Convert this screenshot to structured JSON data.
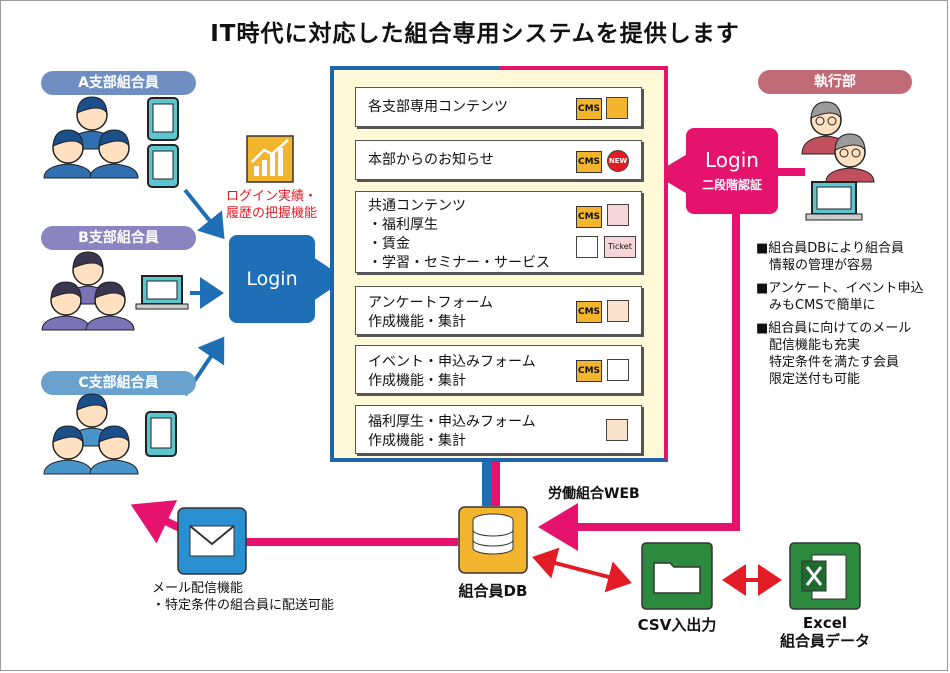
{
  "title": "IT時代に対応した組合専用システムを提供します",
  "groups": {
    "a": "A支部組合員",
    "b": "B支部組合員",
    "c": "C支部組合員",
    "exec": "執行部"
  },
  "login": {
    "label": "Login",
    "exec_label": "Login",
    "exec_sub": "二段階認証",
    "log_feature": "ログイン実績・\n履歴の把握機能"
  },
  "web": {
    "label": "労働組合WEB",
    "items": [
      "各支部専用コンテンツ",
      "本部からのお知らせ",
      "共通コンテンツ\n・福利厚生\n・賃金\n・学習・セミナー・サービス",
      "アンケートフォーム\n作成機能・集計",
      "イベント・申込みフォーム\n作成機能・集計",
      "福利厚生・申込みフォーム\n作成機能・集計"
    ],
    "cms": "CMS",
    "new_badge": "NEW",
    "ticket": "Ticket"
  },
  "exec_notes": [
    "■組合員DBにより組合員\n　情報の管理が容易",
    "■アンケート、イベント申込\n　みもCMSで簡単に",
    "■組合員に向けてのメール\n　配信機能も充実\n　特定条件を満たす会員\n　限定送付も可能"
  ],
  "db": {
    "label": "組合員DB"
  },
  "mail": {
    "caption": "メール配信機能\n・特定条件の組合員に配送可能"
  },
  "csv": {
    "label": "CSV入出力"
  },
  "excel": {
    "label": "Excel\n組合員データ"
  },
  "colors": {
    "blue": "#1f6fb6",
    "magenta": "#e5126e",
    "red_arrow": "#e21b25",
    "panel": "#fff9d8",
    "orange": "#f4b52e",
    "green": "#2b8a3e"
  }
}
